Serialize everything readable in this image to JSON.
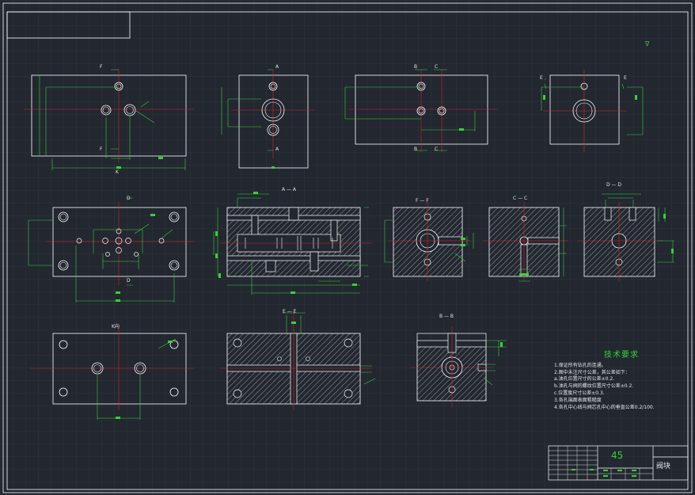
{
  "colors": {
    "background": "#222730",
    "outline": "#ffffff",
    "dimension": "#36d336",
    "centerline": "#e0202a",
    "hatch": "#d8d8d8",
    "grid": "#2c323c"
  },
  "drawing": {
    "title_block": {
      "part_number": "45",
      "part_name": "阀块"
    },
    "technical_requirements": {
      "title": "技术要求",
      "items": [
        "1.保证所有钻孔的连通。",
        "2.图中未注尺寸公差，其公差如下：",
        "a.油孔位置尺寸的公差±0.2.",
        "b.油孔与阀的螺纹位置尺寸公差±0.2.",
        "c.位置度尺寸公差±0.3.",
        "3.各孔端面表面粗糙度",
        "4.各孔中心线与阀芯孔中心的垂直公差0.2/100."
      ]
    },
    "view_labels": {
      "f1": "F",
      "f2": "F",
      "a1": "A",
      "a2": "A",
      "b1": "B",
      "c1": "C",
      "b2": "B",
      "c2": "C",
      "e1": "E",
      "e2": "E",
      "k1": "K",
      "d1": "D",
      "d2": "D",
      "section_aa": "A — A",
      "section_ff": "F — F",
      "section_cc": "C — C",
      "section_dd": "D — D",
      "k2": "K向",
      "e_sect": "E — E",
      "section_bb": "B — B"
    },
    "roughness_symbol": "∇"
  }
}
